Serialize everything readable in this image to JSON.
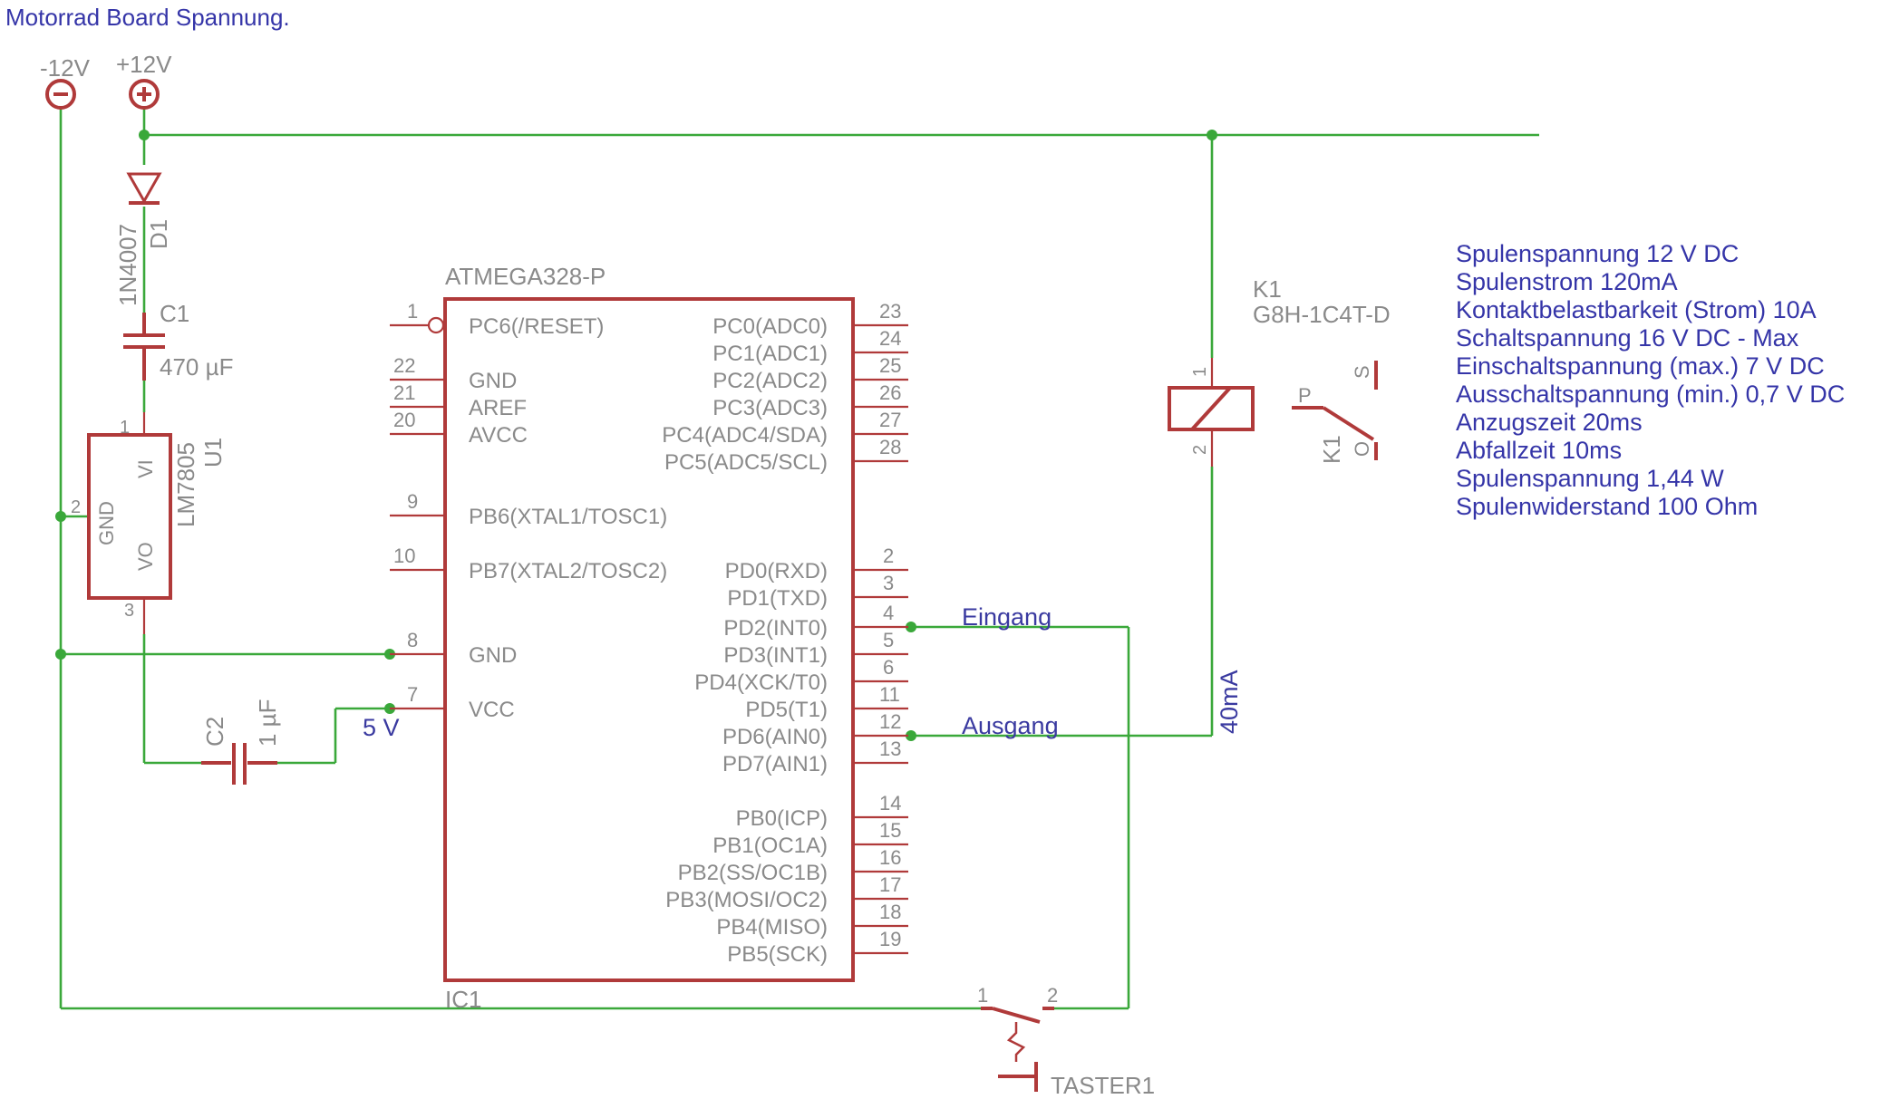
{
  "title": "Motorrad Board Spannung.",
  "supplies": {
    "neg_label": "-12V",
    "pos_label": "+12V"
  },
  "d1": {
    "name": "D1",
    "value": "1N4007"
  },
  "c1": {
    "name": "C1",
    "value": "470 µF"
  },
  "u1": {
    "name": "U1",
    "value": "LM7805",
    "pin_vi": "VI",
    "pin_gnd": "GND",
    "pin_vo": "VO",
    "pin1": "1",
    "pin2": "2",
    "pin3": "3"
  },
  "c2": {
    "name": "C2",
    "value": "1 µF"
  },
  "ic1": {
    "name": "IC1",
    "part": "ATMEGA328-P",
    "left_pins": [
      {
        "num": "1",
        "label": "PC6(/RESET)"
      },
      {
        "num": "22",
        "label": "GND"
      },
      {
        "num": "21",
        "label": "AREF"
      },
      {
        "num": "20",
        "label": "AVCC"
      },
      {
        "num": "9",
        "label": "PB6(XTAL1/TOSC1)"
      },
      {
        "num": "10",
        "label": "PB7(XTAL2/TOSC2)"
      },
      {
        "num": "8",
        "label": "GND"
      },
      {
        "num": "7",
        "label": "VCC"
      }
    ],
    "right_pins": [
      {
        "num": "23",
        "label": "PC0(ADC0)"
      },
      {
        "num": "24",
        "label": "PC1(ADC1)"
      },
      {
        "num": "25",
        "label": "PC2(ADC2)"
      },
      {
        "num": "26",
        "label": "PC3(ADC3)"
      },
      {
        "num": "27",
        "label": "PC4(ADC4/SDA)"
      },
      {
        "num": "28",
        "label": "PC5(ADC5/SCL)"
      },
      {
        "num": "2",
        "label": "PD0(RXD)"
      },
      {
        "num": "3",
        "label": "PD1(TXD)"
      },
      {
        "num": "4",
        "label": "PD2(INT0)"
      },
      {
        "num": "5",
        "label": "PD3(INT1)"
      },
      {
        "num": "6",
        "label": "PD4(XCK/T0)"
      },
      {
        "num": "11",
        "label": "PD5(T1)"
      },
      {
        "num": "12",
        "label": "PD6(AIN0)"
      },
      {
        "num": "13",
        "label": "PD7(AIN1)"
      },
      {
        "num": "14",
        "label": "PB0(ICP)"
      },
      {
        "num": "15",
        "label": "PB1(OC1A)"
      },
      {
        "num": "16",
        "label": "PB2(SS/OC1B)"
      },
      {
        "num": "17",
        "label": "PB3(MOSI/OC2)"
      },
      {
        "num": "18",
        "label": "PB4(MISO)"
      },
      {
        "num": "19",
        "label": "PB5(SCK)"
      }
    ]
  },
  "k1": {
    "name": "K1",
    "value": "G8H-1C4T-D",
    "coil_pin1": "1",
    "coil_pin2": "2",
    "contact_p": "P",
    "contact_s": "S",
    "contact_o": "O",
    "switch_name": "K1"
  },
  "taster1": {
    "name": "TASTER1",
    "pin1": "1",
    "pin2": "2"
  },
  "nets": {
    "eingang": "Eingang",
    "ausgang": "Ausgang",
    "five_v": "5 V",
    "current": "40mA"
  },
  "specs": [
    "Spulenspannung 12 V DC",
    "Spulenstrom 120mA",
    "Kontaktbelastbarkeit (Strom) 10A",
    "Schaltspannung 16 V DC - Max",
    "Einschaltspannung (max.) 7 V DC",
    "Ausschaltspannung (min.) 0,7 V DC",
    "Anzugszeit 20ms",
    "Abfallzeit 10ms",
    "Spulenspannung 1,44 W",
    "Spulenwiderstand 100 Ohm"
  ],
  "colors": {
    "wire": "#3aa83a",
    "symbol": "#b03a3a",
    "label_gray": "#8a8a8a",
    "net_blue": "#3535a8"
  }
}
